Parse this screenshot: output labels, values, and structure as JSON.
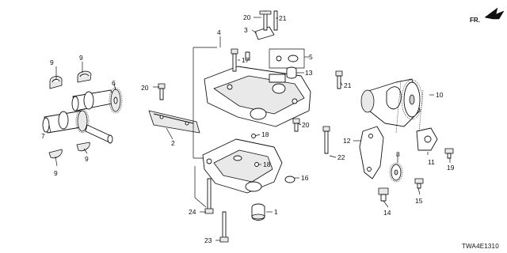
{
  "diagram": {
    "code": "TWA4E1310",
    "direction": "FR.",
    "callouts": {
      "c1": "1",
      "c2": "2",
      "c3": "3",
      "c4": "4",
      "c5": "5",
      "c6": "6",
      "c7": "7",
      "c8": "8",
      "c9a": "9",
      "c9b": "9",
      "c9c": "9",
      "c9d": "9",
      "c10": "10",
      "c11": "11",
      "c12": "12",
      "c13": "13",
      "c14": "14",
      "c15": "15",
      "c16": "16",
      "c17": "17",
      "c18a": "18",
      "c18b": "18",
      "c19": "19",
      "c20a": "20",
      "c20b": "20",
      "c20c": "20",
      "c21a": "21",
      "c21b": "21",
      "c22": "22",
      "c23": "23",
      "c24": "24"
    }
  }
}
